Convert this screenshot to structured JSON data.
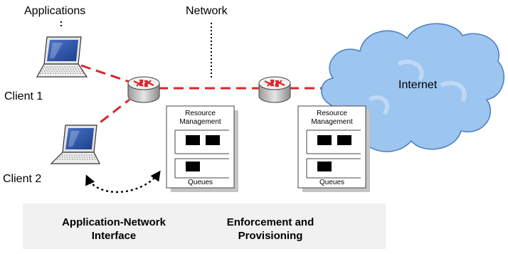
{
  "labels": {
    "applications": "Applications",
    "network": "Network",
    "internet": "Internet",
    "client1": "Client 1",
    "client2": "Client 2"
  },
  "resource_boxes": [
    {
      "title_line1": "Resource",
      "title_line2": "Management",
      "queues_label": "Queues"
    },
    {
      "title_line1": "Resource",
      "title_line2": "Management",
      "queues_label": "Queues"
    }
  ],
  "footer": {
    "left_line1": "Application-Network",
    "left_line2": "Interface",
    "right_line1": "Enforcement and",
    "right_line2": "Provisioning"
  },
  "colors": {
    "network_link": "#d9262a",
    "cloud_fill": "#9cc5ef",
    "cloud_stroke": "#4a7fc0",
    "footer_band": "#f1f1f1"
  },
  "icons": {
    "client": "laptop-icon",
    "router": "router-icon",
    "internet": "cloud-icon"
  }
}
